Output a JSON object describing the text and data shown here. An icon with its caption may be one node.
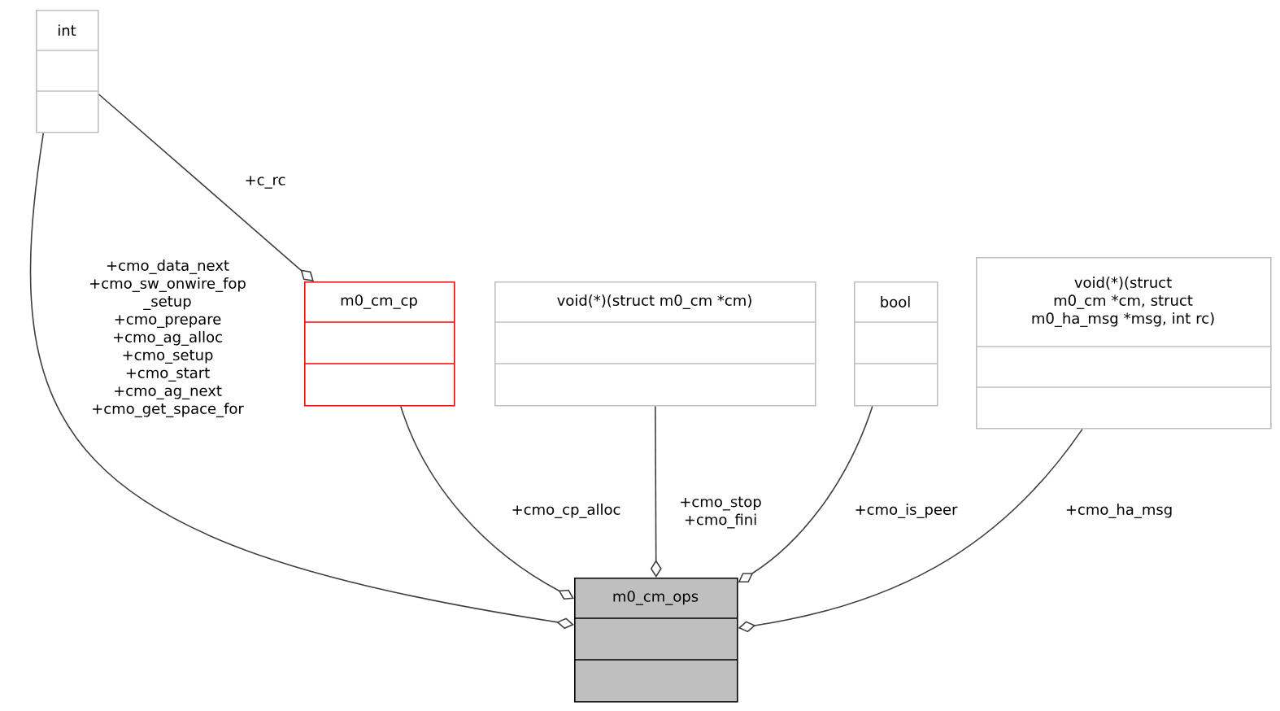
{
  "diagram": {
    "nodes": [
      {
        "text": [
          "int"
        ]
      },
      {
        "text": [
          "m0_cm_cp"
        ]
      },
      {
        "text": [
          "void(*)(struct m0_cm *cm)"
        ]
      },
      {
        "text": [
          "bool"
        ]
      },
      {
        "text": [
          "void(*)(struct m0_cm *cm, struct m0_ha_msg *msg, int rc)"
        ]
      },
      {
        "text": [
          "m0_cm_ops"
        ]
      }
    ],
    "edges": [
      {
        "from": 0,
        "to": 1,
        "arrow": "other",
        "label": "+c_rc"
      },
      {
        "from": 0,
        "to": 5,
        "arrow": "other",
        "label": "+cmo_data_next +cmo_sw_onwire_fop _setup +cmo_prepare +cmo_ag_alloc +cmo_setup +cmo_start +cmo_ag_next +cmo_get_space_for"
      },
      {
        "from": 1,
        "to": 5,
        "arrow": "other",
        "label": "+cmo_cp_alloc"
      },
      {
        "from": 2,
        "to": 5,
        "arrow": "other",
        "label": "+cmo_stop +cmo_fini"
      },
      {
        "from": 3,
        "to": 5,
        "arrow": "other",
        "label": "+cmo_is_peer"
      },
      {
        "from": 4,
        "to": 5,
        "arrow": "other",
        "label": "+cmo_ha_msg"
      }
    ]
  }
}
